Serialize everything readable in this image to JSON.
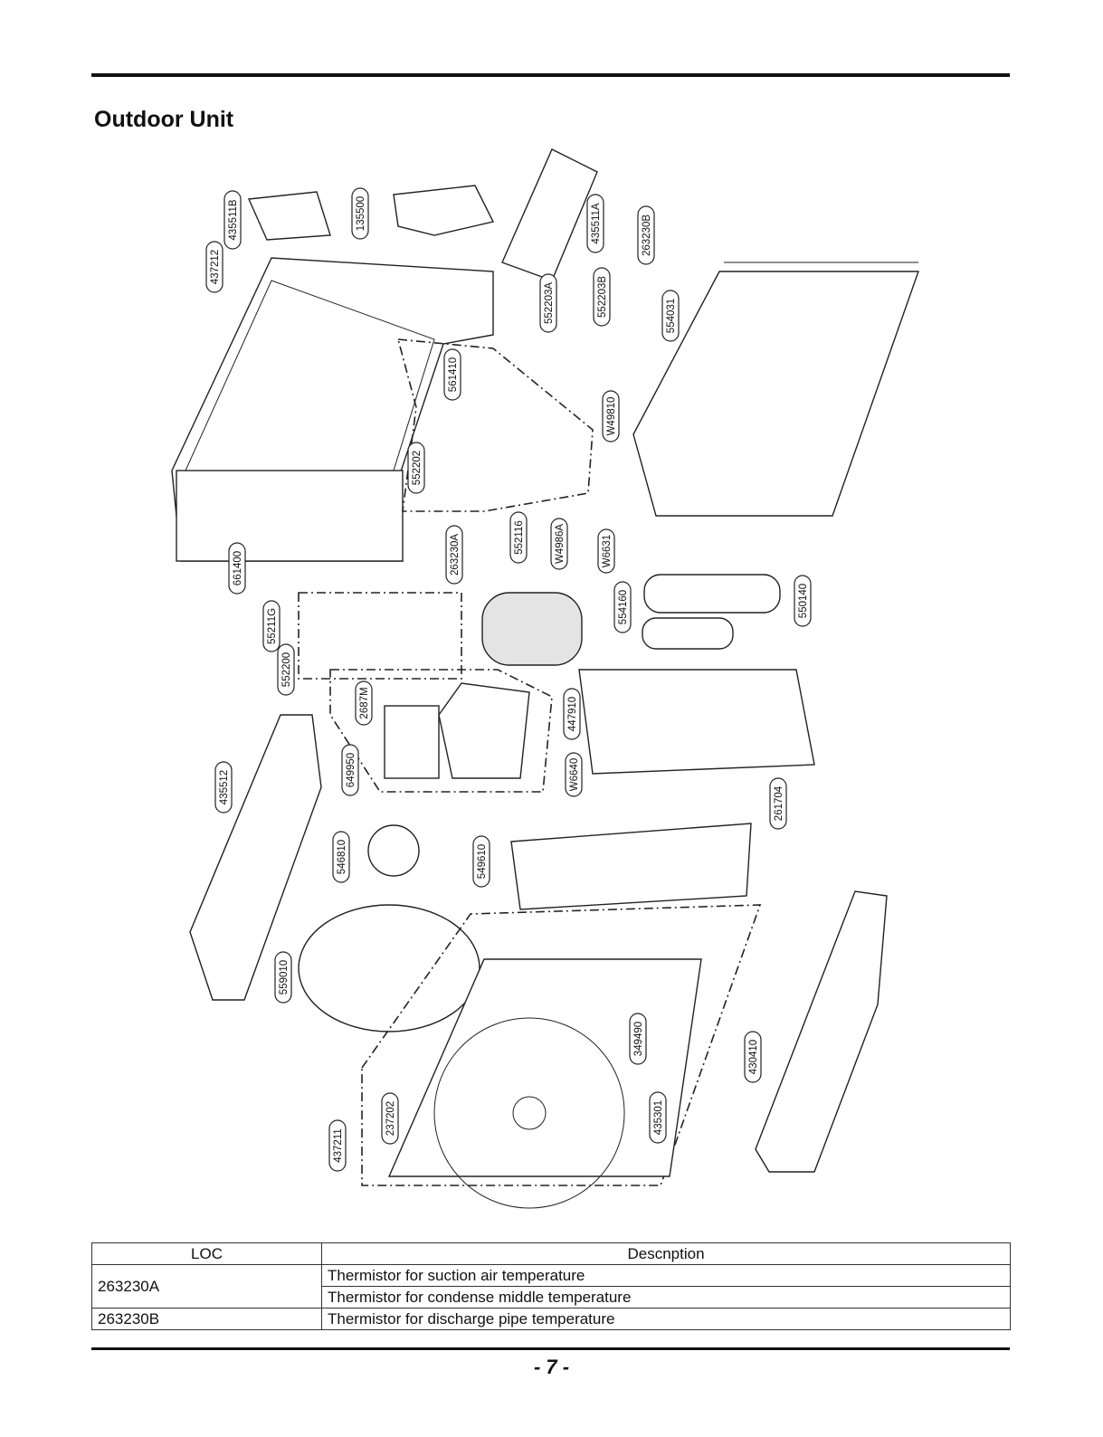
{
  "page": {
    "title": "Outdoor Unit",
    "page_number": "- 7 -"
  },
  "diagram": {
    "part_labels": [
      "435511B",
      "135500",
      "435511A",
      "263230B",
      "437212",
      "552203A",
      "552203B",
      "554031",
      "561410",
      "W49810",
      "552202",
      "263230A",
      "552116",
      "W4986A",
      "W6631",
      "661400",
      "55211G",
      "554160",
      "550140",
      "552200",
      "2687M",
      "447910",
      "649950",
      "W6640",
      "435512",
      "261704",
      "546810",
      "549610",
      "559010",
      "349490",
      "430410",
      "237202",
      "435301",
      "437211"
    ]
  },
  "table": {
    "headers": {
      "loc": "LOC",
      "description": "Descnption"
    },
    "rows": [
      {
        "loc": "263230A",
        "descriptions": [
          "Thermistor for suction air temperature",
          "Thermistor for condense middle temperature"
        ]
      },
      {
        "loc": "263230B",
        "descriptions": [
          "Thermistor for discharge pipe temperature"
        ]
      }
    ]
  }
}
